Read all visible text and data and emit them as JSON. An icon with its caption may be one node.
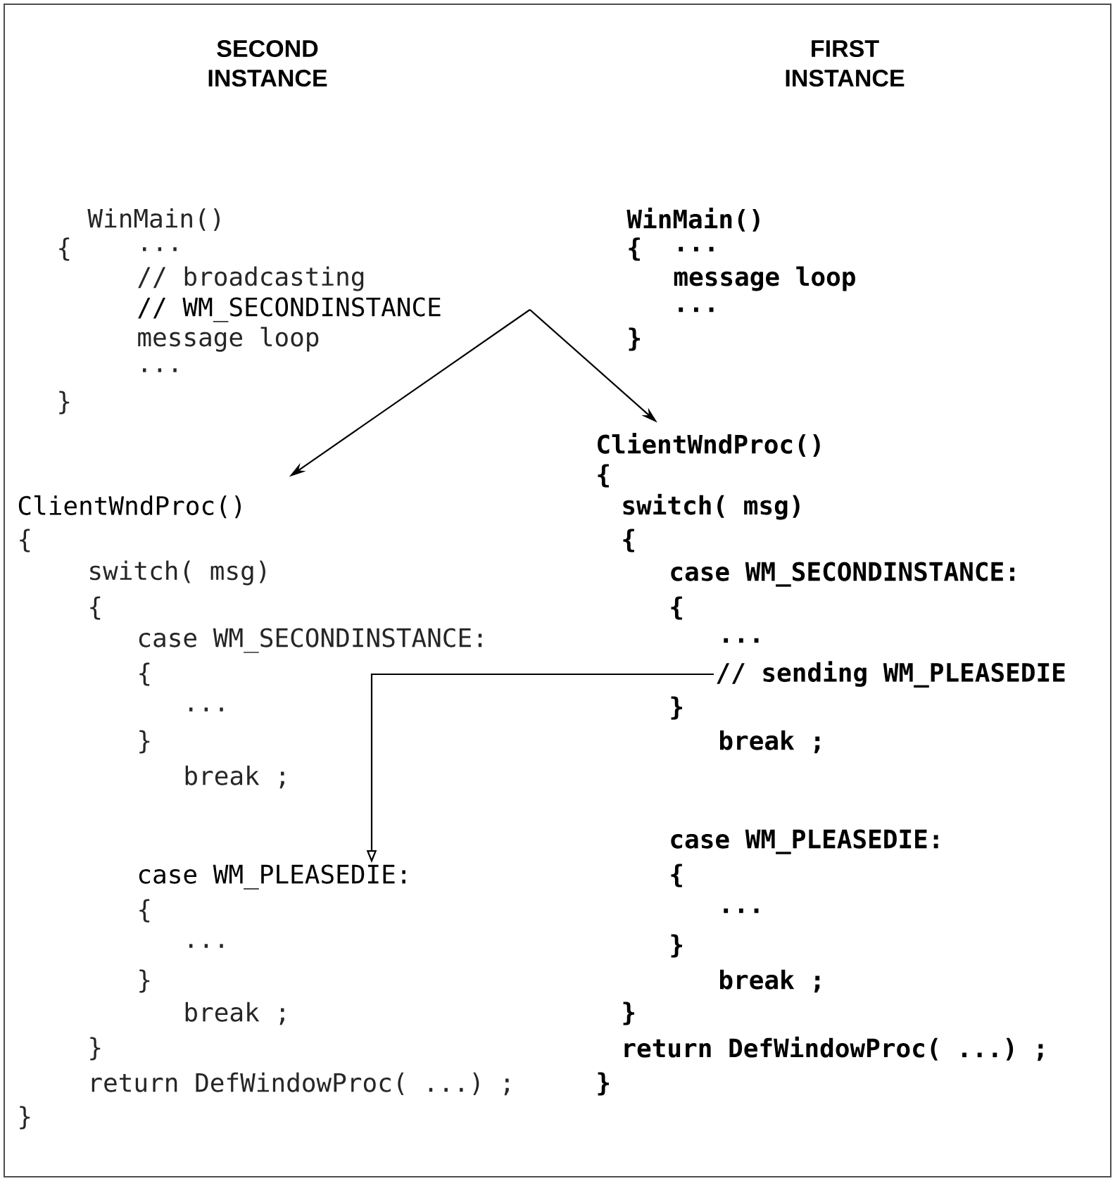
{
  "diagram": {
    "nodes": [
      {
        "text": [
          "// WM_SECONDINSTANCE"
        ]
      },
      {
        "text": [
          "ClientWndProc()"
        ]
      },
      {
        "text": [
          "ClientWndProc()"
        ]
      },
      {
        "text": [
          "// sending WM_PLEASEDIE"
        ]
      },
      {
        "text": [
          "case WM_PLEASEDIE:"
        ]
      }
    ],
    "edges": [
      {
        "from": 0,
        "to": 1,
        "arrow": "to"
      },
      {
        "from": 0,
        "to": 2,
        "arrow": "to"
      },
      {
        "from": 3,
        "to": 4,
        "arrow": "to"
      }
    ],
    "labels": [
      "SECOND INSTANCE",
      "FIRST INSTANCE",
      "WinMain()",
      "{",
      "...",
      "// broadcasting",
      "message loop",
      "...",
      "}",
      "{",
      "switch( msg)",
      "{",
      "case WM_SECONDINSTANCE:",
      "{",
      "...",
      "}",
      "break ;",
      "{",
      "...",
      "}",
      "break ;",
      "}",
      "return DefWindowProc( ...) ;",
      "}",
      "WinMain()",
      "{",
      "...",
      "message loop",
      "...",
      "}",
      "{",
      "switch( msg)",
      "{",
      "case WM_SECONDINSTANCE:",
      "{",
      "...",
      "}",
      "break ;",
      "case WM_PLEASEDIE:",
      "{",
      "...",
      "}",
      "break ;",
      "}",
      "return DefWindowProc( ...) ;",
      "}"
    ]
  }
}
